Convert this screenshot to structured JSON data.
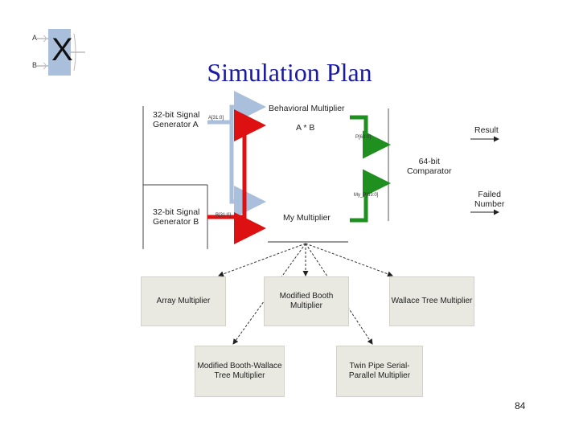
{
  "slide": {
    "title": "Simulation Plan",
    "page_number": "84"
  },
  "logo": {
    "letter": "X",
    "input_a": "A",
    "input_b": "B"
  },
  "top_diagram": {
    "gen_a": [
      "32-bit Signal",
      "Generator A"
    ],
    "gen_b": [
      "32-bit Signal",
      "Generator B"
    ],
    "behavioral": "Behavioral Multiplier",
    "a_times_b": "A * B",
    "my_multiplier": "My Multiplier",
    "comparator": [
      "64-bit",
      "Comparator"
    ],
    "result": "Result",
    "failed": [
      "Failed",
      "Number"
    ],
    "bus_a": "A[31:0]",
    "bus_b": "B[31:0]",
    "bus_p": "P[63:0]",
    "bus_myp": "My_P[63:0]"
  },
  "multipliers": [
    "Array Multiplier",
    "Modified Booth Multiplier",
    "Wallace Tree Multiplier",
    "Modified Booth-Wallace Tree Multiplier",
    "Twin Pipe Serial-Parallel Multiplier"
  ],
  "colors": {
    "title": "#1a1aa6",
    "blue_signal": "#a9bfdc",
    "red_signal": "#dd1111",
    "green_signal": "#1f8f1f",
    "box_fill": "#e9e9e2"
  }
}
